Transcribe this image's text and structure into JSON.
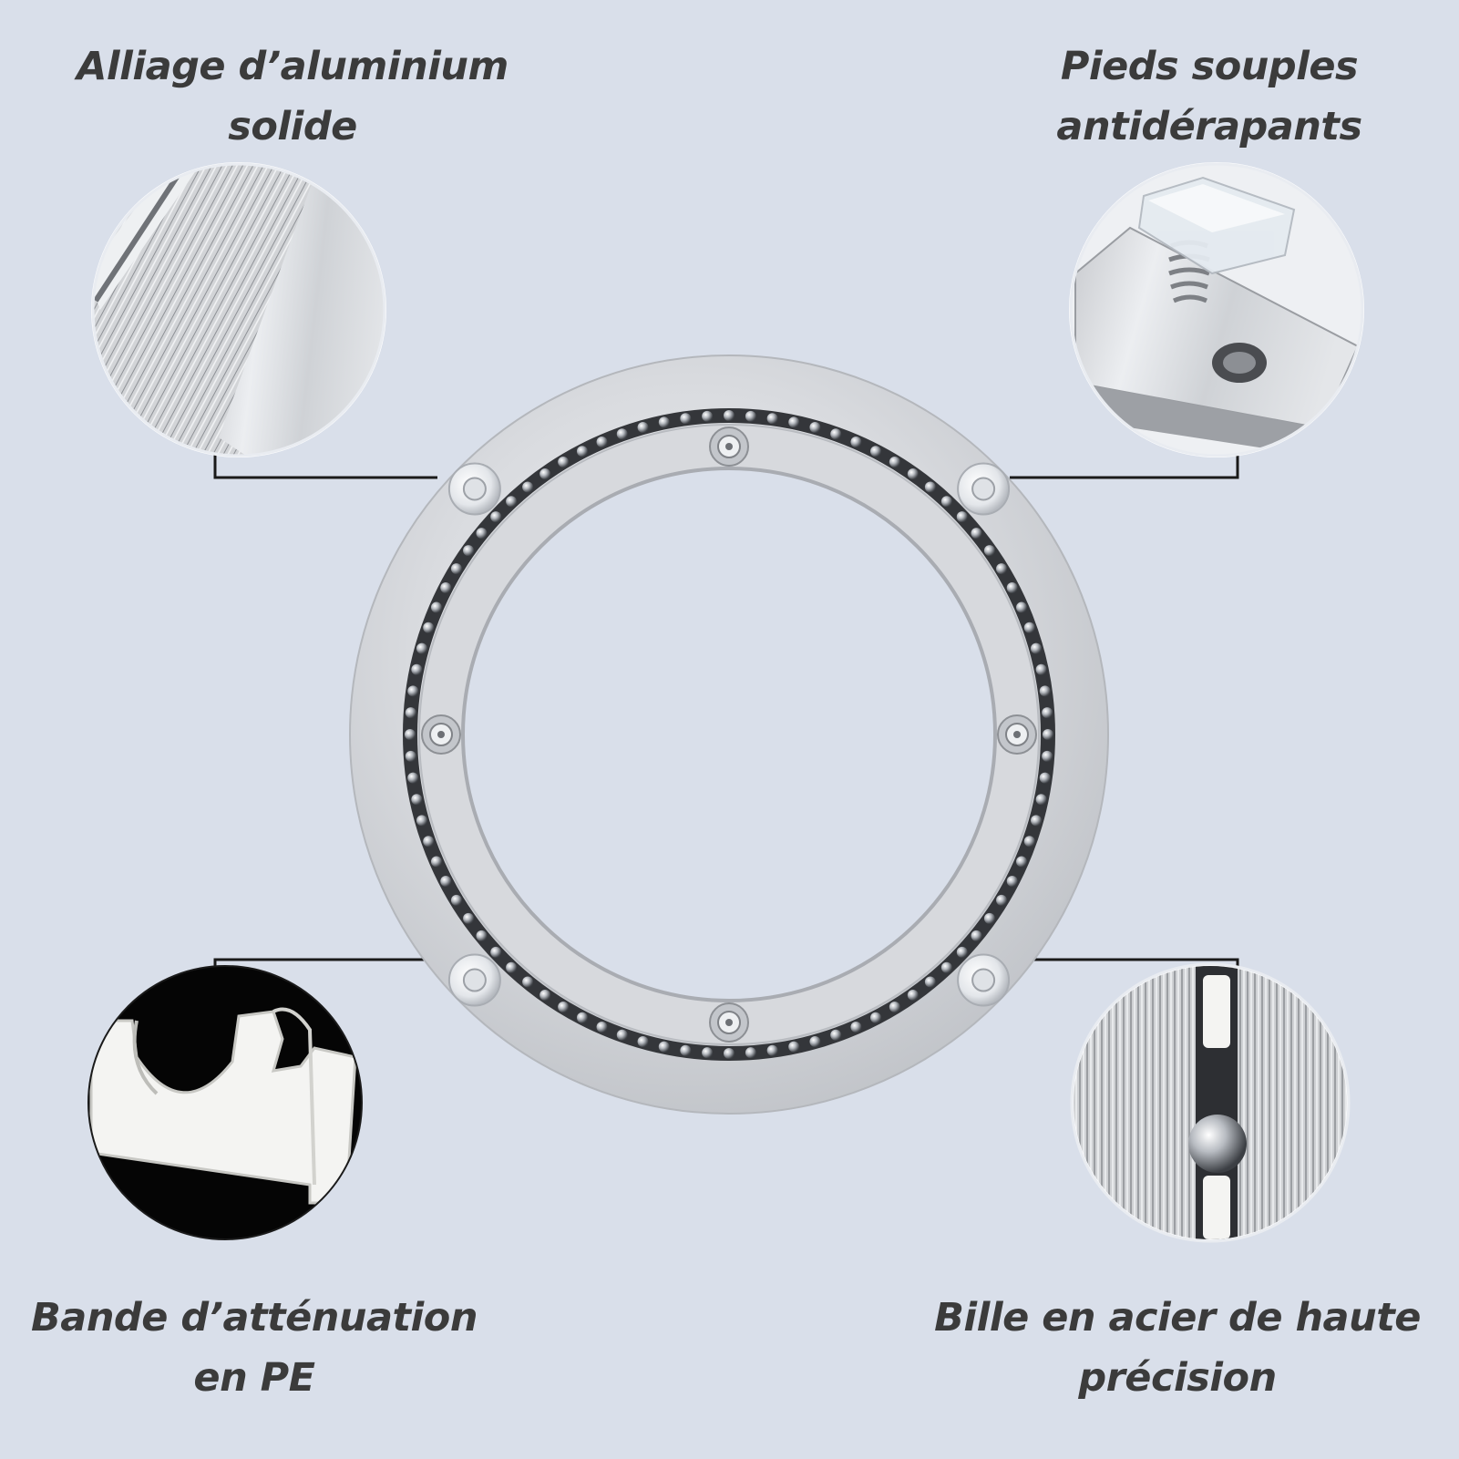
{
  "features": {
    "top_left": {
      "line1": "Alliage d’aluminium",
      "line2": "solide"
    },
    "top_right": {
      "line1": "Pieds souples",
      "line2": "antidérapants"
    },
    "bottom_left": {
      "line1": "Bande d’atténuation",
      "line2": "en PE"
    },
    "bottom_right": {
      "line1": "Bille en acier de haute",
      "line2": "précision"
    }
  },
  "bearing": {
    "ball_count": 92,
    "screw_count": 4,
    "foot_count": 4
  },
  "colors": {
    "background": "#d9dfea",
    "text": "#3b3b3b",
    "aluminium": "#d6d8dc",
    "connector": "#1a1a1a"
  }
}
